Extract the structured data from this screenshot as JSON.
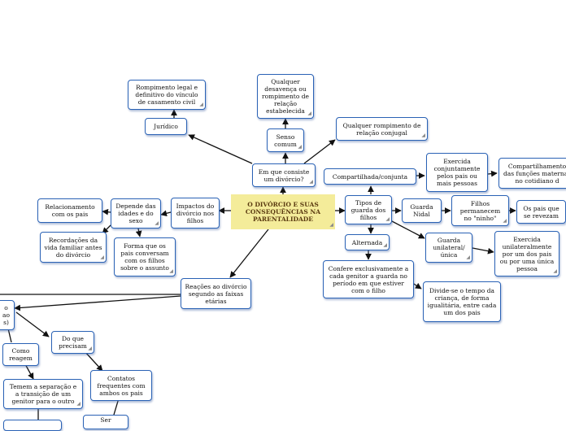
{
  "center": "O DIVÓRCIO E SUAS CONSEQUÊNCIAS NA PARENTALIDADE",
  "nodes": {
    "rompimento_legal": "Rompimento legal e definitivo do vínculo de casamento civil",
    "juridico": "Jurídico",
    "desavenca": "Qualquer desavença ou rompimento de relação estabelecida",
    "senso_comum": "Senso comum",
    "rompimento_conjugal": "Qualquer rompimento de relação conjugal",
    "em_que_consiste": "Em que consiste um divórcio?",
    "compartilhada": "Compartilhada/conjunta",
    "exercida_conjunta": "Exercida conjuntamente pelos pais ou mais pessoas",
    "compartilhamento": "Compartilhamento das funções maternas no cotidiano d",
    "relacionamento": "Relacionamento com os pais",
    "depende": "Depende das idades e do sexo",
    "impactos": "Impactos do divórcio nos filhos",
    "tipos_guarda": "Tipos de guarda dos filhos",
    "guarda_nidal": "Guarda Nidal",
    "filhos_ninho": "Filhos permanecem no \"ninho\"",
    "os_pais_revezam": "Os pais que se revezam",
    "recordacoes": "Recordações da vida familiar antes do divórcio",
    "forma_conversam": "Forma que os pais conversam com os filhos sobre o assunto",
    "alternada": "Alternada",
    "guarda_unilateral": "Guarda unilateral/ única",
    "exercida_unilateral": "Exercida unilateralmente por um dos pais ou por uma única pessoa",
    "confere": "Confere exclusivamente a cada genitor a guarda no período em que estiver com o filho",
    "divide_tempo": "Divide-se o tempo da criança, de forma igualitária, entre cada um dos pais",
    "reacoes": "Reações ao divórcio segundo as faixas etárias",
    "left_partial_a": "o",
    "left_partial_b": "ao",
    "left_partial_c": "s)",
    "como_reagem": "Como reagem",
    "do_que_precisam": "Do que precisam",
    "temem": "Temem a separação e a transição de um genitor para o outro",
    "contatos": "Contatos frequentes com ambos os pais",
    "bottom_partial": "Ser"
  },
  "colors": {
    "border": "#2a62b5",
    "central_fill": "#f4ec9a",
    "line": "#111111"
  },
  "icons": {
    "note_marker": "note-corner-icon"
  }
}
